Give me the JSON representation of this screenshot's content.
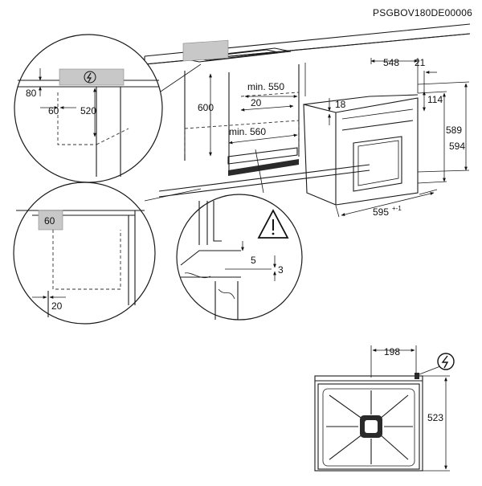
{
  "document_code": "PSGBOV180DE00006",
  "top_cabinet": {
    "min_depth": "min. 550",
    "height": "600",
    "gap": "20",
    "min_width": "min. 560"
  },
  "detail_power": {
    "dim_80": "80",
    "dim_60": "60",
    "dim_520": "520"
  },
  "detail_side": {
    "dim_60": "60",
    "dim_20": "20"
  },
  "detail_fix": {
    "dim_5": "5",
    "dim_3": "3"
  },
  "oven": {
    "depth": "548",
    "door_depth": "21",
    "top_offset": "18",
    "control_height": "114",
    "body_height": "589",
    "total_height": "594",
    "width": "595",
    "width_tolerance": "+-1"
  },
  "front_view": {
    "cable_offset": "198",
    "socket_height": "523"
  },
  "icons": [
    "power-plug-icon",
    "warning-icon"
  ]
}
